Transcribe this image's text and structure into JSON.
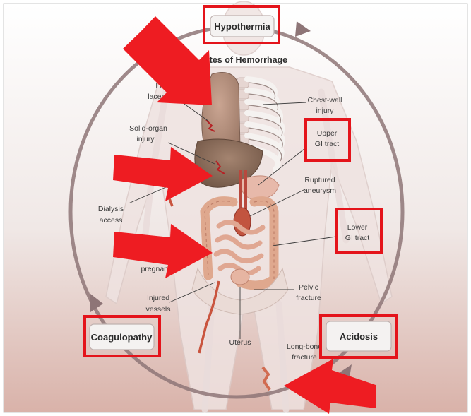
{
  "title": "Sites of Hemorrhage",
  "cycle_nodes": {
    "hypothermia": "Hypothermia",
    "coagulopathy": "Coagulopathy",
    "acidosis": "Acidosis"
  },
  "labels": {
    "lung_1": "Lung",
    "lung_2": "laceration",
    "solid_1": "Solid-organ",
    "solid_2": "injury",
    "dialysis_1": "Dialysis",
    "dialysis_2": "access",
    "pregnancy": "pregnancy",
    "injured_1": "Injured",
    "injured_2": "vessels",
    "chest_1": "Chest-wall",
    "chest_2": "injury",
    "ugi_1": "Upper",
    "ugi_2": "GI tract",
    "rupt_1": "Ruptured",
    "rupt_2": "aneurysm",
    "lgi_1": "Lower",
    "lgi_2": "GI tract",
    "pelvic_1": "Pelvic",
    "pelvic_2": "fracture",
    "uterus": "Uterus",
    "long_1": "Long-bone",
    "long_2": "fracture"
  },
  "colors": {
    "highlight": "#e4141b",
    "arrow": "#ee1c22",
    "cycle": "#8e7577"
  }
}
